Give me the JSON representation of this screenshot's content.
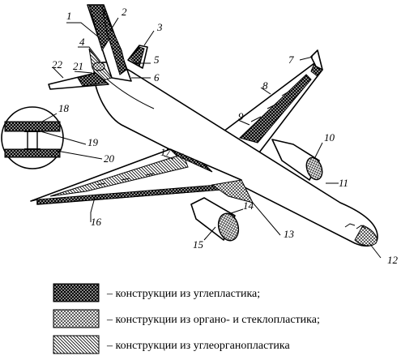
{
  "callouts": [
    "1",
    "2",
    "3",
    "4",
    "5",
    "6",
    "7",
    "8",
    "9",
    "10",
    "11",
    "12",
    "13",
    "14",
    "15",
    "16",
    "17",
    "18",
    "19",
    "20",
    "21",
    "22"
  ],
  "legend": [
    {
      "pattern": "carbon",
      "label": "– конструкции из углепластика;"
    },
    {
      "pattern": "organo",
      "label": "– конструкции из органо- и стеклопластика;"
    },
    {
      "pattern": "hybrid",
      "label": "– конструкции из углеорганопластика"
    }
  ],
  "colors": {
    "ink": "#000000",
    "paper": "#ffffff"
  }
}
